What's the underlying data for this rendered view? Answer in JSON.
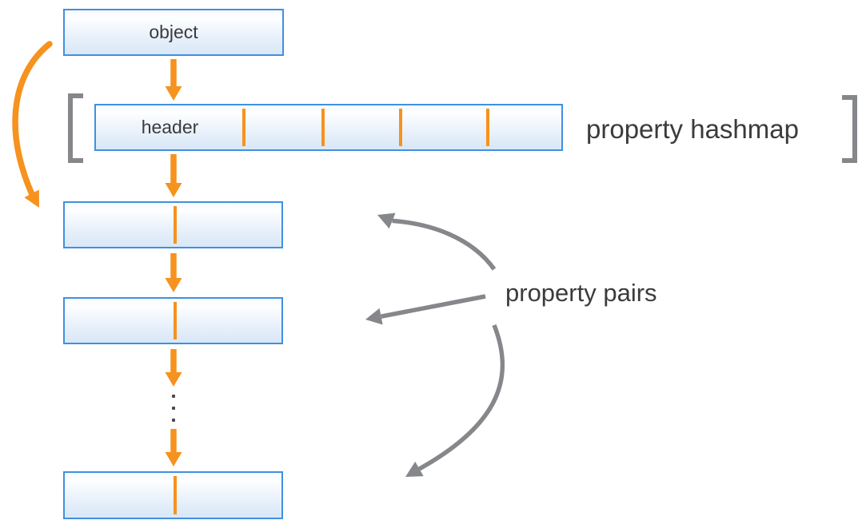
{
  "nodes": {
    "object": {
      "label": "object"
    },
    "header": {
      "label": "header"
    }
  },
  "captions": {
    "hashmap": "property hashmap",
    "pairs": "property pairs"
  },
  "structure": {
    "hashmap_cell_count": 5,
    "property_pair_boxes_shown": 3,
    "ellipsis_between_pairs": true
  },
  "colors": {
    "accent_orange": "#F6921E",
    "box_border_blue": "#4190E0",
    "box_fill_top": "#F7FAFE",
    "box_fill_bottom": "#D8E7F7",
    "bracket_gray": "#85878A",
    "text": "#3B3B3C"
  }
}
